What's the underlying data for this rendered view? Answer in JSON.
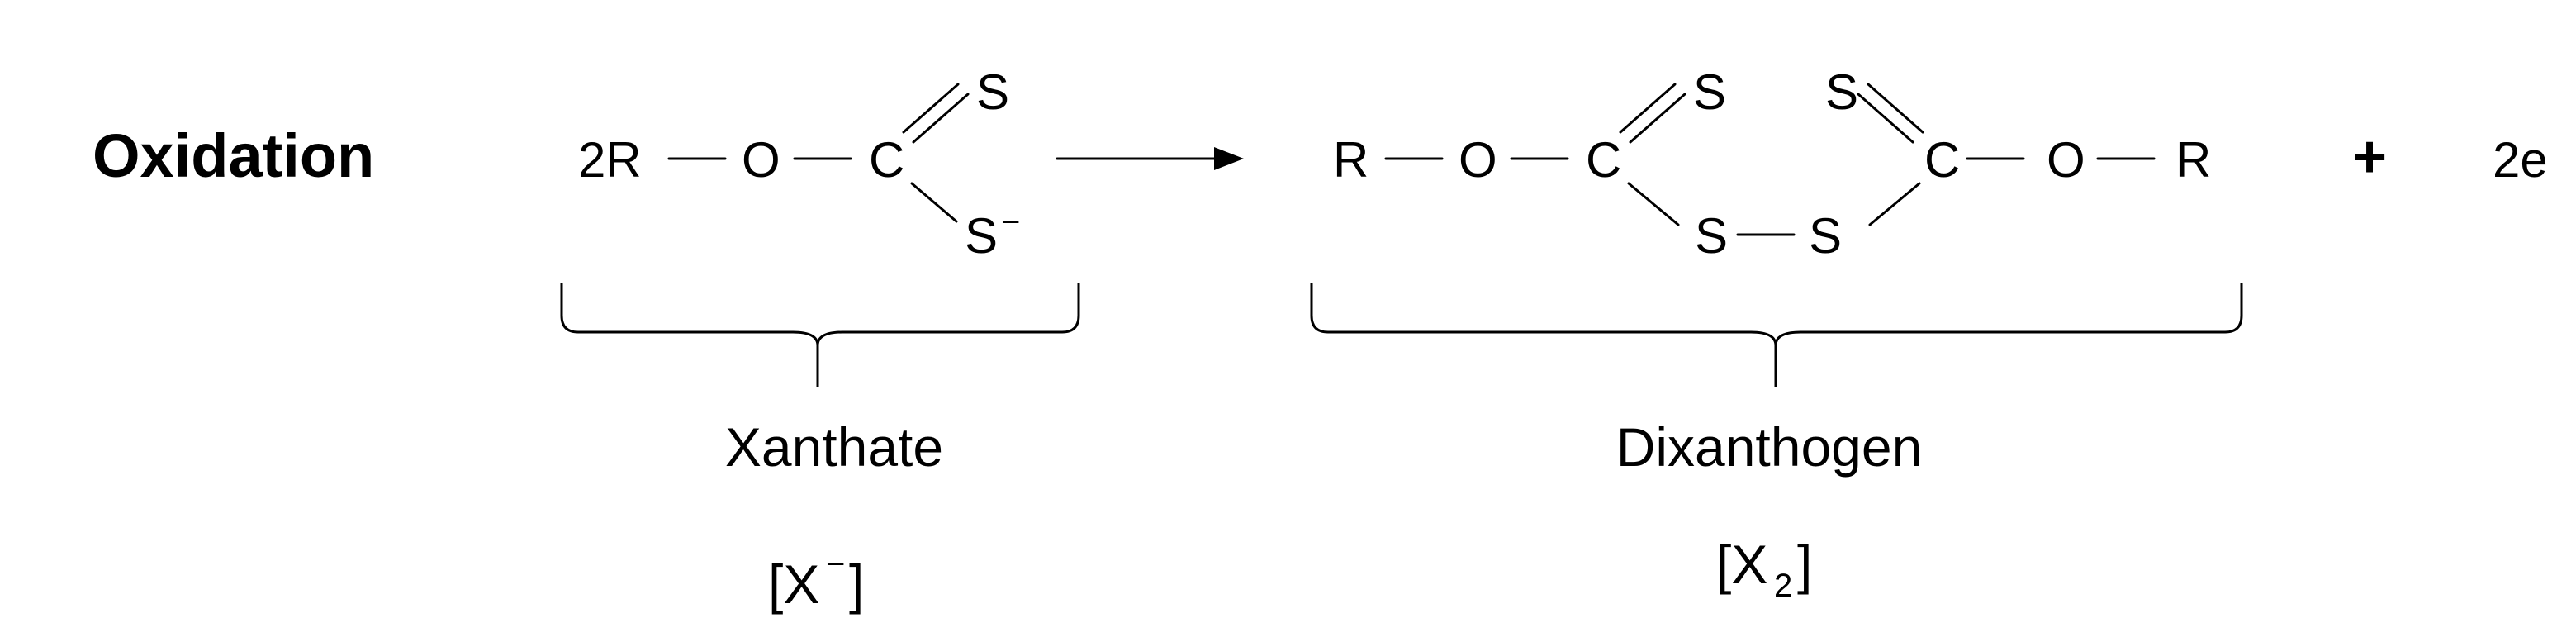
{
  "title": "Oxidation",
  "reactant": {
    "coefficient_r": "2R",
    "o": "O",
    "c": "C",
    "s_double": "S",
    "s_anion": "S",
    "charge": "−",
    "name": "Xanthate",
    "formula_open": "[X",
    "formula_sup": "−",
    "formula_close": "]"
  },
  "product": {
    "r_left": "R",
    "o_left": "O",
    "c_left": "C",
    "s_top_left": "S",
    "s_bottom_left": "S",
    "s_bottom_right": "S",
    "s_top_right": "S",
    "c_right": "C",
    "o_right": "O",
    "r_right": "R",
    "name": "Dixanthogen",
    "formula_open": "[X",
    "formula_sub": "2",
    "formula_close": "]"
  },
  "plus": "+",
  "electrons": "2e",
  "colors": {
    "ink": "#000000",
    "background": "#ffffff"
  }
}
